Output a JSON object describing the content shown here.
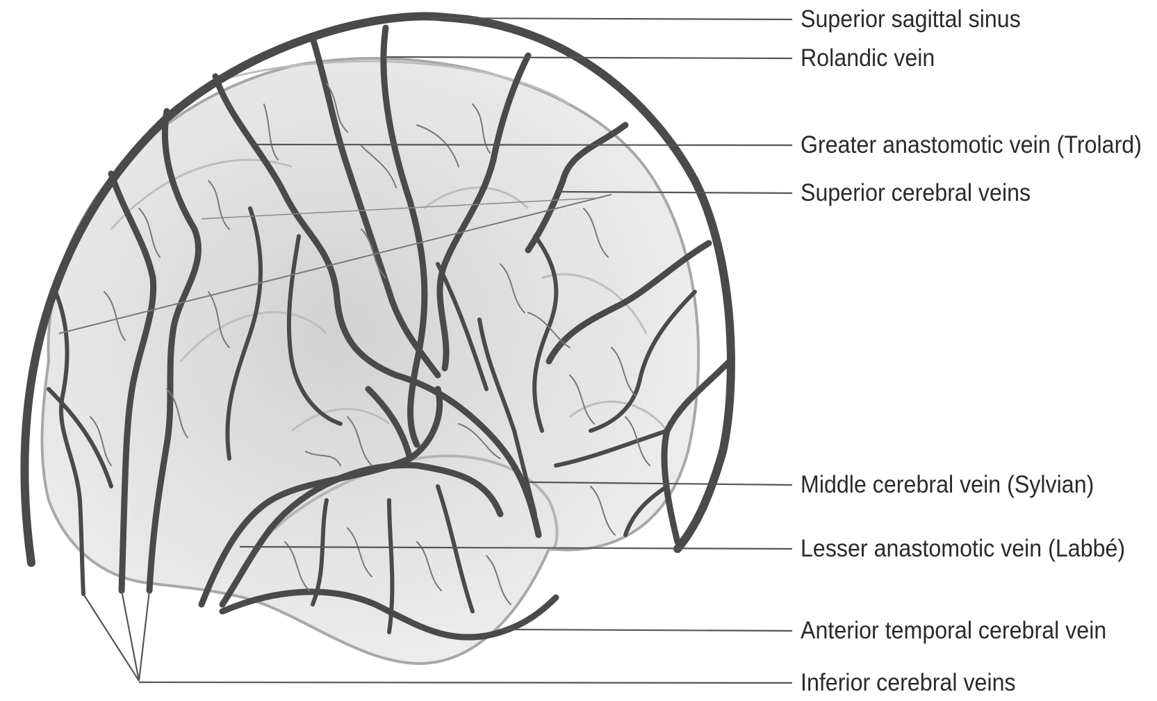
{
  "labels": {
    "superior_sagittal_sinus": "Superior sagittal sinus",
    "rolandic_vein": "Rolandic vein",
    "greater_anastomotic_vein": "Greater anastomotic vein (Trolard)",
    "superior_cerebral_veins": "Superior cerebral veins",
    "middle_cerebral_vein": "Middle cerebral vein (Sylvian)",
    "lesser_anastomotic_vein": "Lesser anastomotic vein (Labbé)",
    "anterior_temporal_cerebral_vein": "Anterior temporal cerebral vein",
    "inferior_cerebral_veins": "Inferior cerebral veins"
  },
  "colors": {
    "vein": "#4a4a4a",
    "brain_fill": "#e4e4e4",
    "brain_outline": "#a8a8a8",
    "leader_line": "#555555",
    "text": "#2a2a2a"
  }
}
